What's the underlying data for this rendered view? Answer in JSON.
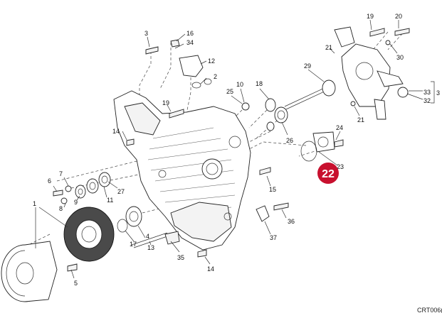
{
  "callouts": [
    {
      "id": "1",
      "label": "1"
    },
    {
      "id": "2",
      "label": "2"
    },
    {
      "id": "3a",
      "label": "3"
    },
    {
      "id": "3b",
      "label": "3"
    },
    {
      "id": "4",
      "label": "4"
    },
    {
      "id": "5",
      "label": "5"
    },
    {
      "id": "6",
      "label": "6"
    },
    {
      "id": "7",
      "label": "7"
    },
    {
      "id": "8",
      "label": "8"
    },
    {
      "id": "9",
      "label": "9"
    },
    {
      "id": "10",
      "label": "10"
    },
    {
      "id": "11",
      "label": "11"
    },
    {
      "id": "12",
      "label": "12"
    },
    {
      "id": "13",
      "label": "13"
    },
    {
      "id": "14a",
      "label": "14"
    },
    {
      "id": "14b",
      "label": "14"
    },
    {
      "id": "15",
      "label": "15"
    },
    {
      "id": "16",
      "label": "16"
    },
    {
      "id": "17",
      "label": "17"
    },
    {
      "id": "18",
      "label": "18"
    },
    {
      "id": "19a",
      "label": "19"
    },
    {
      "id": "19b",
      "label": "19"
    },
    {
      "id": "20",
      "label": "20"
    },
    {
      "id": "21a",
      "label": "21"
    },
    {
      "id": "21b",
      "label": "21"
    },
    {
      "id": "23",
      "label": "23"
    },
    {
      "id": "24",
      "label": "24"
    },
    {
      "id": "25",
      "label": "25"
    },
    {
      "id": "26",
      "label": "26"
    },
    {
      "id": "27",
      "label": "27"
    },
    {
      "id": "29",
      "label": "29"
    },
    {
      "id": "30",
      "label": "30"
    },
    {
      "id": "32",
      "label": "32"
    },
    {
      "id": "33",
      "label": "33"
    },
    {
      "id": "34",
      "label": "34"
    },
    {
      "id": "35",
      "label": "35"
    },
    {
      "id": "36",
      "label": "36"
    },
    {
      "id": "37",
      "label": "37"
    }
  ],
  "highlight": {
    "label": "22",
    "color": "#c8102e"
  },
  "catalog_code": "CRT006("
}
